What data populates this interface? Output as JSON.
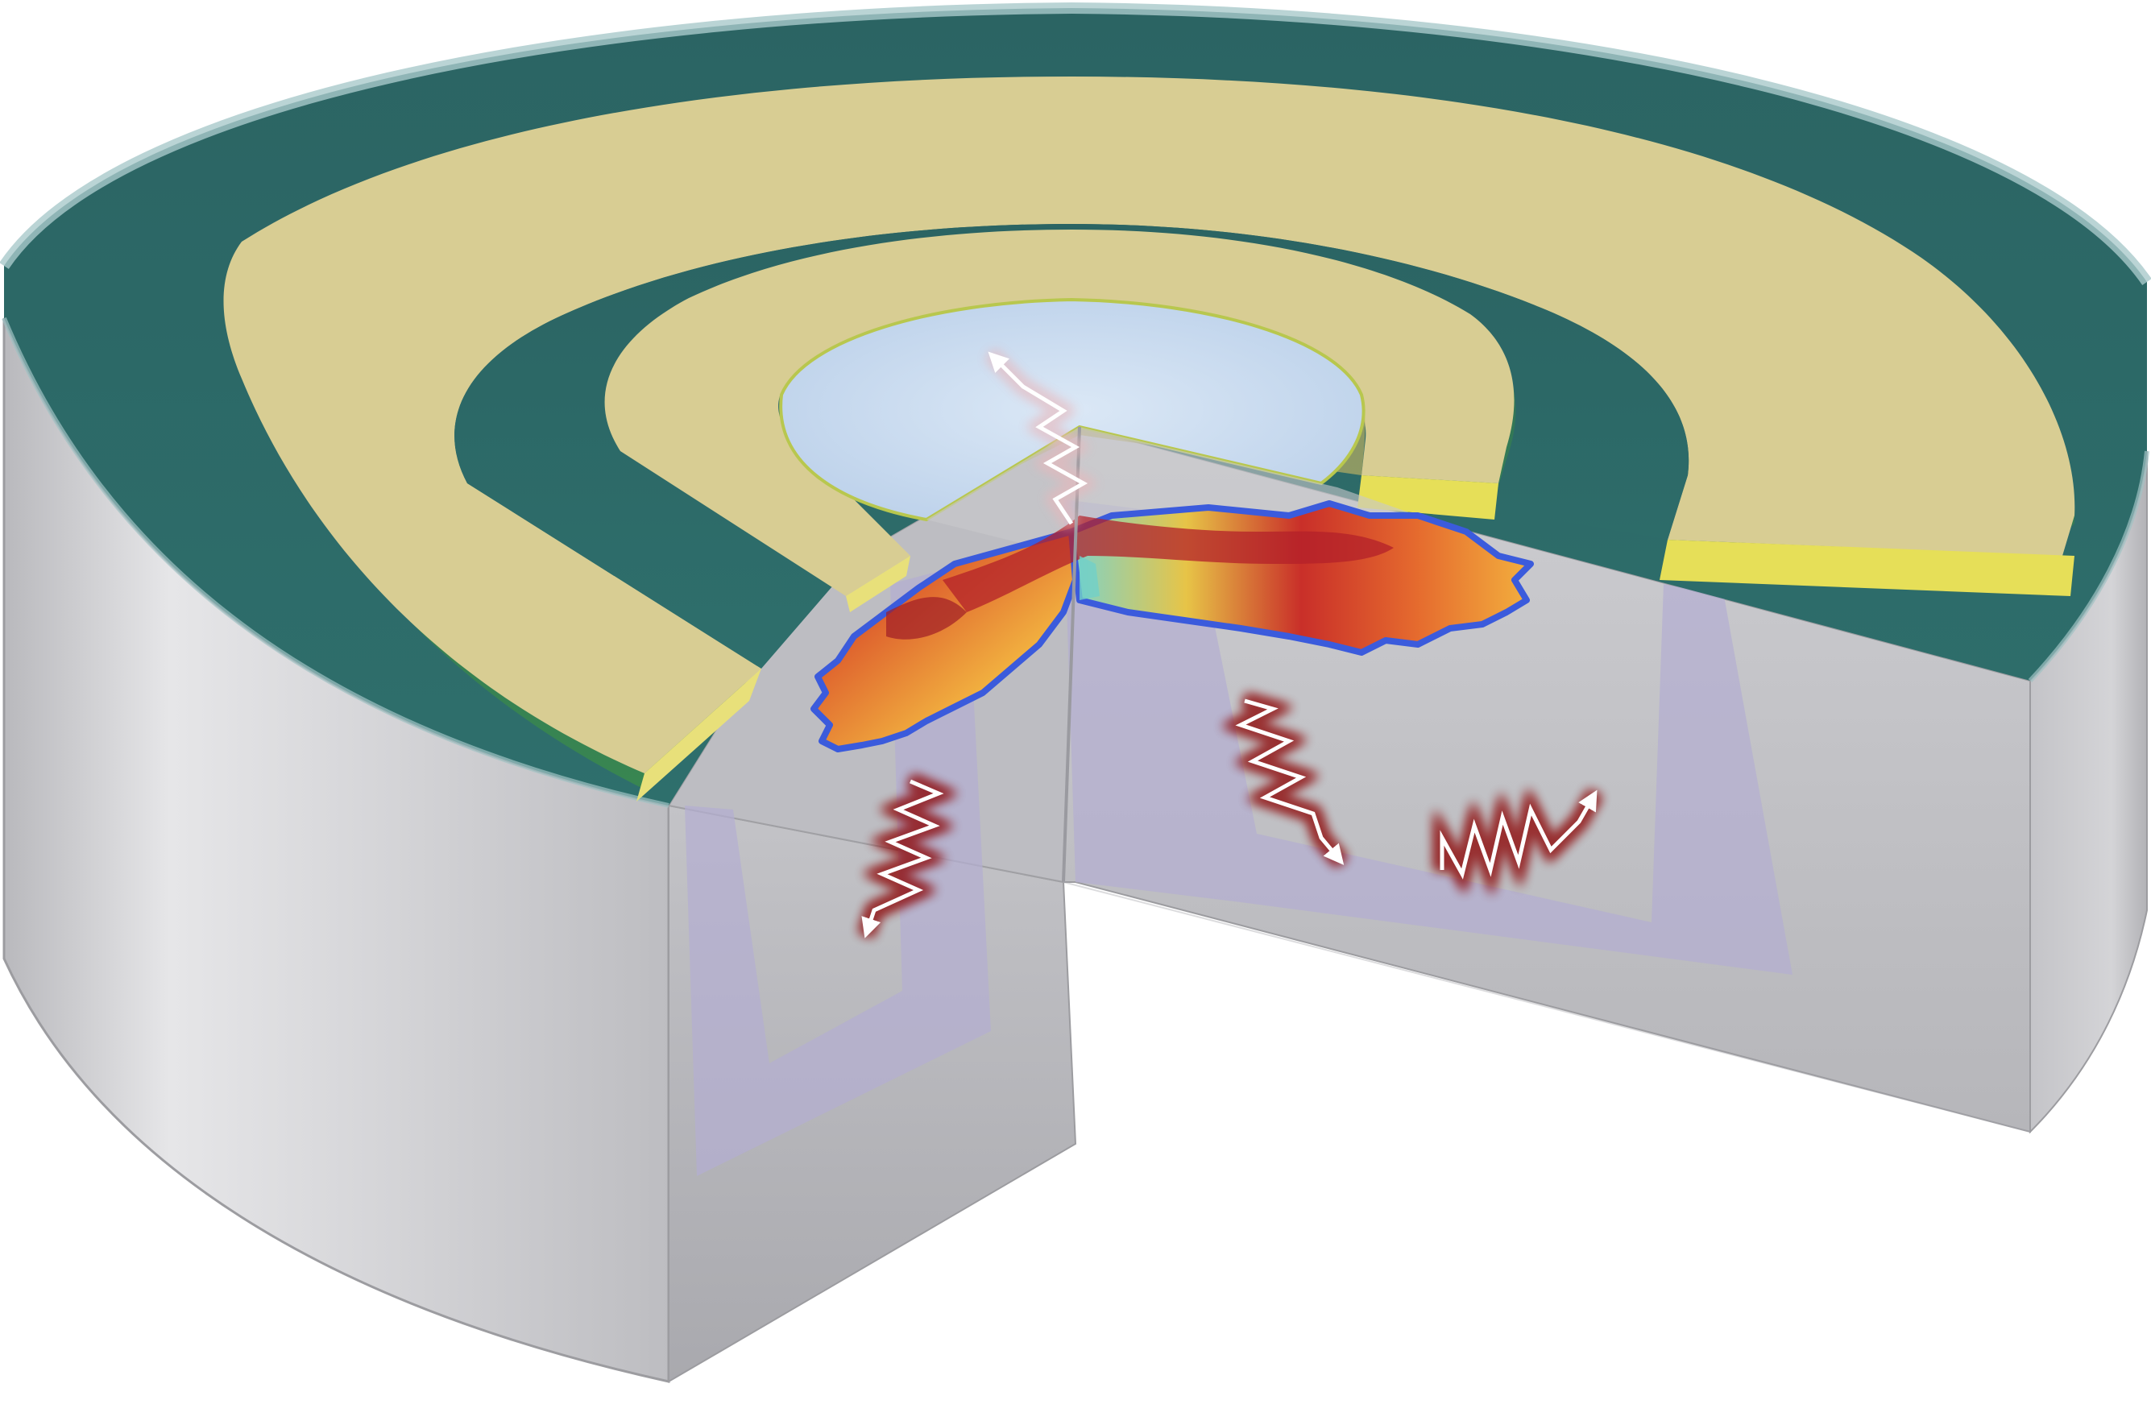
{
  "figure": {
    "kind": "3D cutaway illustration",
    "description_labels": [],
    "colors": {
      "background": "#ffffff",
      "substrate": "#c9c9cb",
      "substrate_dark": "#a9a9ad",
      "top_layer": "#2f6b69",
      "top_layer_edge": "#8fb8b8",
      "electrode": "#d8cd93",
      "electrode_edge": "#e6df58",
      "aperture": "#cfe1f3",
      "trench_fill": "#b3aecf",
      "field_hot": "#c0282c",
      "field_warm": "#f0a93d",
      "field_cool": "#8fd6b8",
      "field_edge": "#3b5bdc",
      "photon_arrow": "#ffffff",
      "photon_glow": "#8b0000"
    },
    "icons": [
      "photon-wave-arrow",
      "photon-wave-arrow",
      "photon-wave-arrow",
      "photon-wave-arrow"
    ]
  }
}
